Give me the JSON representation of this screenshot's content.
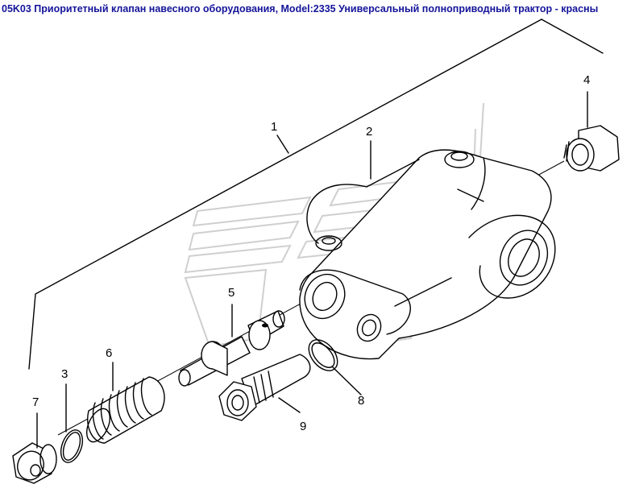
{
  "title": "05K03 Приоритетный клапан навесного оборудования, Model:2335 Универсальный полноприводный трактор - красны",
  "callouts": [
    {
      "id": "c1",
      "label": "1"
    },
    {
      "id": "c2",
      "label": "2"
    },
    {
      "id": "c3",
      "label": "3"
    },
    {
      "id": "c4",
      "label": "4"
    },
    {
      "id": "c5",
      "label": "5"
    },
    {
      "id": "c6",
      "label": "6"
    },
    {
      "id": "c7",
      "label": "7"
    },
    {
      "id": "c8",
      "label": "8"
    },
    {
      "id": "c9",
      "label": "9"
    }
  ],
  "colors": {
    "title": "#14149a",
    "line": "#000000",
    "watermark": "#cfcfcf"
  }
}
